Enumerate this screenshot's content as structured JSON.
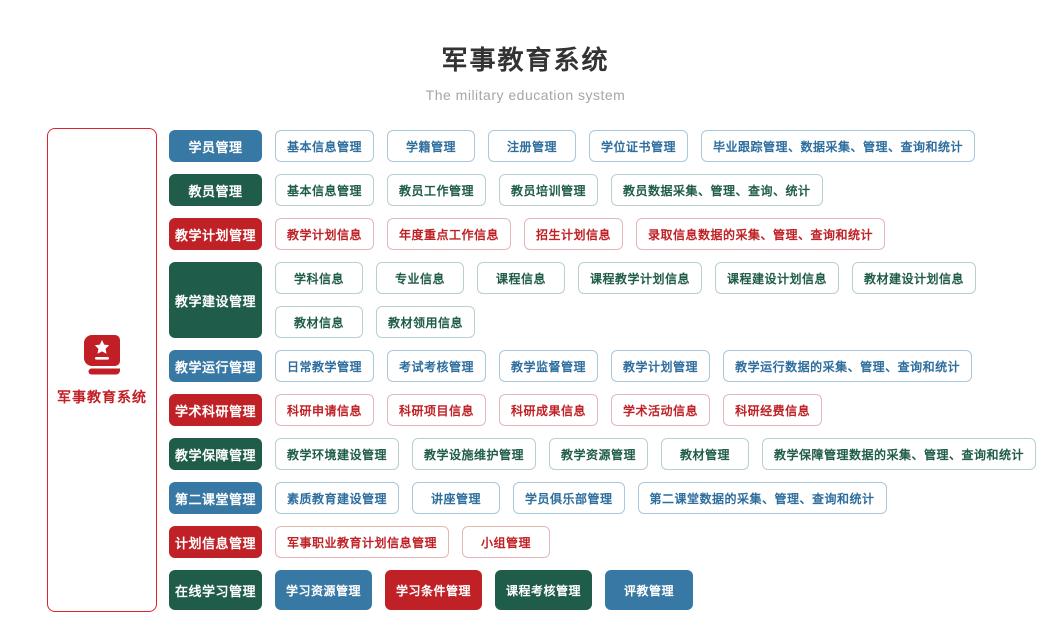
{
  "header": {
    "title": "军事教育系统",
    "subtitle": "The military education system"
  },
  "sidebar": {
    "label": "军事教育系统",
    "icon": "book-star-icon",
    "border_color": "#d9252b",
    "icon_color": "#c21e25",
    "label_color": "#c21e25"
  },
  "colors": {
    "blue_solid": "#3878a4",
    "green_solid": "#1f5c49",
    "red_solid": "#bf2126",
    "blue_outline_border": "#aac8dc",
    "blue_outline_text": "#2e6e9e",
    "green_outline_border": "#b7d2c8",
    "green_outline_text": "#1f5c49",
    "red_outline_border": "#e5b6b8",
    "red_outline_text": "#bf2126",
    "title_text": "#333333",
    "subtitle_text": "#a6a6a6"
  },
  "rows": [
    {
      "head": {
        "label": "学员管理",
        "color": "blue"
      },
      "lines": [
        [
          {
            "label": "基本信息管理",
            "color": "blue",
            "style": "outline"
          },
          {
            "label": "学籍管理",
            "color": "blue",
            "style": "outline"
          },
          {
            "label": "注册管理",
            "color": "blue",
            "style": "outline"
          },
          {
            "label": "学位证书管理",
            "color": "blue",
            "style": "outline"
          },
          {
            "label": "毕业跟踪管理、数据采集、管理、查询和统计",
            "color": "blue",
            "style": "outline"
          }
        ]
      ]
    },
    {
      "head": {
        "label": "教员管理",
        "color": "green"
      },
      "lines": [
        [
          {
            "label": "基本信息管理",
            "color": "green",
            "style": "outline"
          },
          {
            "label": "教员工作管理",
            "color": "green",
            "style": "outline"
          },
          {
            "label": "教员培训管理",
            "color": "green",
            "style": "outline"
          },
          {
            "label": "教员数据采集、管理、查询、统计",
            "color": "green",
            "style": "outline"
          }
        ]
      ]
    },
    {
      "head": {
        "label": "教学计划管理",
        "color": "red"
      },
      "lines": [
        [
          {
            "label": "教学计划信息",
            "color": "red",
            "style": "outline"
          },
          {
            "label": "年度重点工作信息",
            "color": "red",
            "style": "outline"
          },
          {
            "label": "招生计划信息",
            "color": "red",
            "style": "outline"
          },
          {
            "label": "录取信息数据的采集、管理、查询和统计",
            "color": "red",
            "style": "outline"
          }
        ]
      ]
    },
    {
      "head": {
        "label": "教学建设管理",
        "color": "green"
      },
      "lines": [
        [
          {
            "label": "学科信息",
            "color": "green",
            "style": "outline"
          },
          {
            "label": "专业信息",
            "color": "green",
            "style": "outline"
          },
          {
            "label": "课程信息",
            "color": "green",
            "style": "outline"
          },
          {
            "label": "课程教学计划信息",
            "color": "green",
            "style": "outline"
          },
          {
            "label": "课程建设计划信息",
            "color": "green",
            "style": "outline"
          },
          {
            "label": "教材建设计划信息",
            "color": "green",
            "style": "outline"
          }
        ],
        [
          {
            "label": "教材信息",
            "color": "green",
            "style": "outline"
          },
          {
            "label": "教材领用信息",
            "color": "green",
            "style": "outline"
          }
        ]
      ]
    },
    {
      "head": {
        "label": "教学运行管理",
        "color": "blue"
      },
      "lines": [
        [
          {
            "label": "日常教学管理",
            "color": "blue",
            "style": "outline"
          },
          {
            "label": "考试考核管理",
            "color": "blue",
            "style": "outline"
          },
          {
            "label": "教学监督管理",
            "color": "blue",
            "style": "outline"
          },
          {
            "label": "教学计划管理",
            "color": "blue",
            "style": "outline"
          },
          {
            "label": "教学运行数据的采集、管理、查询和统计",
            "color": "blue",
            "style": "outline"
          }
        ]
      ]
    },
    {
      "head": {
        "label": "学术科研管理",
        "color": "red"
      },
      "lines": [
        [
          {
            "label": "科研申请信息",
            "color": "red",
            "style": "outline"
          },
          {
            "label": "科研项目信息",
            "color": "red",
            "style": "outline"
          },
          {
            "label": "科研成果信息",
            "color": "red",
            "style": "outline"
          },
          {
            "label": "学术活动信息",
            "color": "red",
            "style": "outline"
          },
          {
            "label": "科研经费信息",
            "color": "red",
            "style": "outline"
          }
        ]
      ]
    },
    {
      "head": {
        "label": "教学保障管理",
        "color": "green"
      },
      "lines": [
        [
          {
            "label": "教学环境建设管理",
            "color": "green",
            "style": "outline"
          },
          {
            "label": "教学设施维护管理",
            "color": "green",
            "style": "outline"
          },
          {
            "label": "教学资源管理",
            "color": "green",
            "style": "outline"
          },
          {
            "label": "教材管理",
            "color": "green",
            "style": "outline"
          },
          {
            "label": "教学保障管理数据的采集、管理、查询和统计",
            "color": "green",
            "style": "outline"
          }
        ]
      ]
    },
    {
      "head": {
        "label": "第二课堂管理",
        "color": "blue"
      },
      "lines": [
        [
          {
            "label": "素质教育建设管理",
            "color": "blue",
            "style": "outline"
          },
          {
            "label": "讲座管理",
            "color": "blue",
            "style": "outline"
          },
          {
            "label": "学员俱乐部管理",
            "color": "blue",
            "style": "outline"
          },
          {
            "label": "第二课堂数据的采集、管理、查询和统计",
            "color": "blue",
            "style": "outline"
          }
        ]
      ]
    },
    {
      "head": {
        "label": "计划信息管理",
        "color": "red"
      },
      "lines": [
        [
          {
            "label": "军事职业教育计划信息管理",
            "color": "red",
            "style": "outline"
          },
          {
            "label": "小组管理",
            "color": "red",
            "style": "outline"
          }
        ]
      ]
    },
    {
      "head": {
        "label": "在线学习管理",
        "color": "green"
      },
      "tall": true,
      "lines": [
        [
          {
            "label": "学习资源管理",
            "color": "blue",
            "style": "solid"
          },
          {
            "label": "学习条件管理",
            "color": "red",
            "style": "solid"
          },
          {
            "label": "课程考核管理",
            "color": "green",
            "style": "solid"
          },
          {
            "label": "评教管理",
            "color": "blue",
            "style": "solid"
          }
        ]
      ]
    }
  ]
}
